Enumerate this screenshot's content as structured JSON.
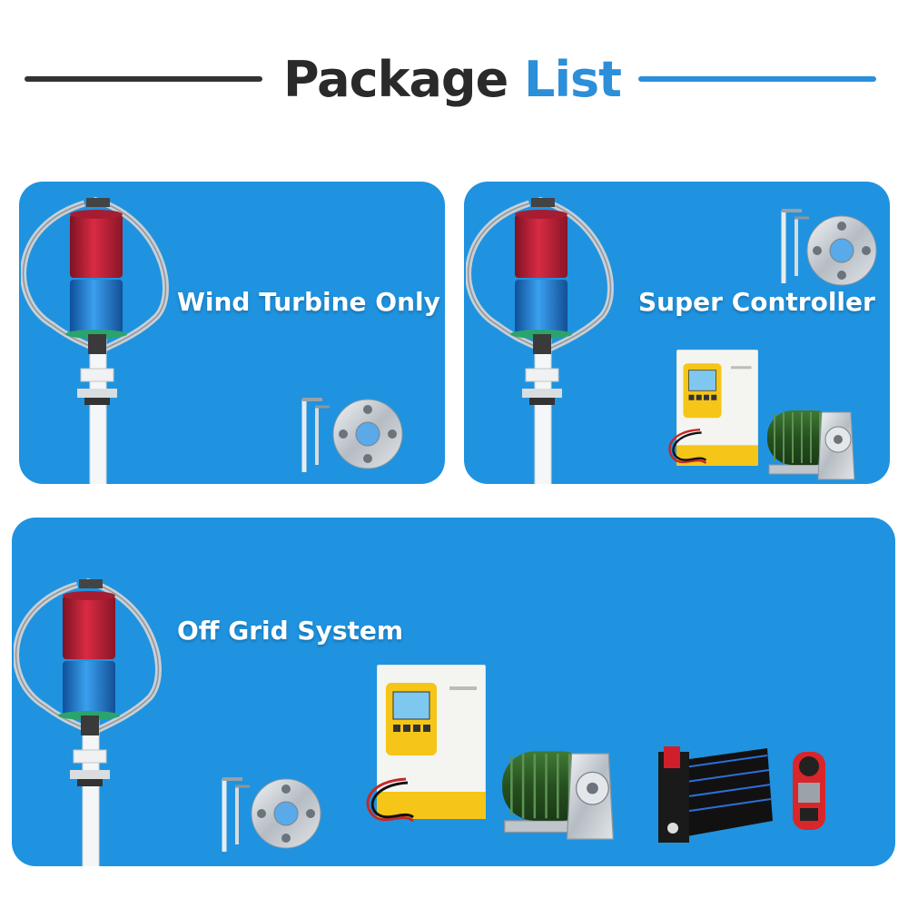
{
  "colors": {
    "accent": "#2b8fd9",
    "panel_bg": "#1f93e0",
    "title_dark": "#2a2a2a",
    "rule_dark": "#333333",
    "rotor_red": "#c8233a",
    "rotor_blue": "#1e7fd6",
    "controller_yellow": "#f5c518",
    "resistor_green": "#2f5d2a"
  },
  "header": {
    "title_part1": "Package",
    "title_part2": "List"
  },
  "packages": [
    {
      "label": "Wind Turbine Only",
      "icons": [
        "wind-turbine-icon",
        "allen-key-icon",
        "flange-icon"
      ]
    },
    {
      "label": "Super Controller",
      "icons": [
        "wind-turbine-icon",
        "allen-key-icon",
        "flange-icon",
        "controller-icon",
        "resistor-icon"
      ]
    },
    {
      "label": "Off Grid System",
      "icons": [
        "wind-turbine-icon",
        "allen-key-icon",
        "flange-icon",
        "controller-icon",
        "resistor-icon",
        "inverter-icon",
        "anemometer-icon"
      ]
    }
  ]
}
